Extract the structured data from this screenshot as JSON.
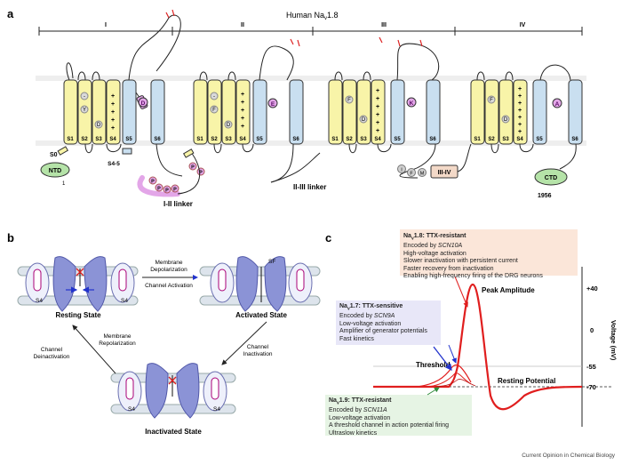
{
  "panel_a": {
    "label": "a",
    "title_prefix": "Human Na",
    "title_sub": "v",
    "title_suffix": "1.8",
    "domains": [
      "I",
      "II",
      "III",
      "IV"
    ],
    "segments": [
      "S1",
      "S2",
      "S3",
      "S4",
      "S5",
      "S6"
    ],
    "s0": "S0",
    "s45": "S4-5",
    "ntd": "NTD",
    "ctd": "CTD",
    "n_term_num": "1",
    "c_term_num": "1956",
    "linker_1_2": "I-II linker",
    "linker_2_3": "II-III linker",
    "linker_3_4": "III-IV",
    "ifm": [
      "I",
      "F",
      "M"
    ],
    "s2_res": [
      [
        "-",
        "Y"
      ],
      [
        "-",
        "F"
      ],
      [
        "F"
      ],
      [
        "F"
      ]
    ],
    "s3_res": "D",
    "filter_res": [
      "D",
      "E",
      "K",
      "A"
    ],
    "plus": "+",
    "p": "P"
  },
  "panel_b": {
    "label": "b",
    "states": {
      "resting": "Resting State",
      "activated": "Activated State",
      "inactivated": "Inactivated State"
    },
    "s4": "S4",
    "sf": "SF",
    "arrows": {
      "top_a": "Membrane",
      "top_b": "Depolarization",
      "top_c": "Channel Activation",
      "right_a": "Channel",
      "right_b": "Inactivation",
      "left_a": "Channel",
      "left_b": "Deinactivation",
      "mid_a": "Membrane",
      "mid_b": "Repolarization"
    }
  },
  "panel_c": {
    "label": "c",
    "box_18": {
      "title_pre": "Na",
      "title_sub": "v",
      "title_post": "1.8: TTX-resistant",
      "line1_pre": "Encoded by ",
      "line1_it": "SCN10A",
      "lines": [
        "High-voltage activation",
        "Slower inactivation with persistent current",
        "Faster recovery from inactivation",
        "Enabling high-frequency firing of the DRG neurons"
      ]
    },
    "box_17": {
      "title_pre": "Na",
      "title_sub": "v",
      "title_post": "1.7: TTX-sensitive",
      "line1_pre": "Encoded by ",
      "line1_it": "SCN9A",
      "lines": [
        "Low-voltage activation",
        "Amplifier of generator potentials",
        "Fast kinetics"
      ]
    },
    "box_19": {
      "title_pre": "Na",
      "title_sub": "v",
      "title_post": "1.9: TTX-resistant",
      "line1_pre": "Encoded by ",
      "line1_it": "SCN11A",
      "lines": [
        "Low-voltage activation",
        "A threshold channel in action potential firing",
        "Ultraslow kinetics"
      ]
    },
    "peak_amplitude": "Peak Amplitude",
    "threshold": "Threshold",
    "resting_potential": "Resting Potential",
    "axis_label": "Voltage (mV)",
    "ticks": [
      "+40",
      "0",
      "-55",
      "-70"
    ]
  },
  "footer": "Current Opinion in Chemical Biology",
  "colors": {
    "helix_yellow": "#f8f4a8",
    "helix_blue": "#c9dff0",
    "channel_purple": "#8b93d6",
    "trace_red": "#e01e1e",
    "box_peach": "#fbe6d9",
    "box_lavender": "#e8e7f8",
    "box_green": "#e6f4e4",
    "ntd_green": "#b5e3a8"
  }
}
